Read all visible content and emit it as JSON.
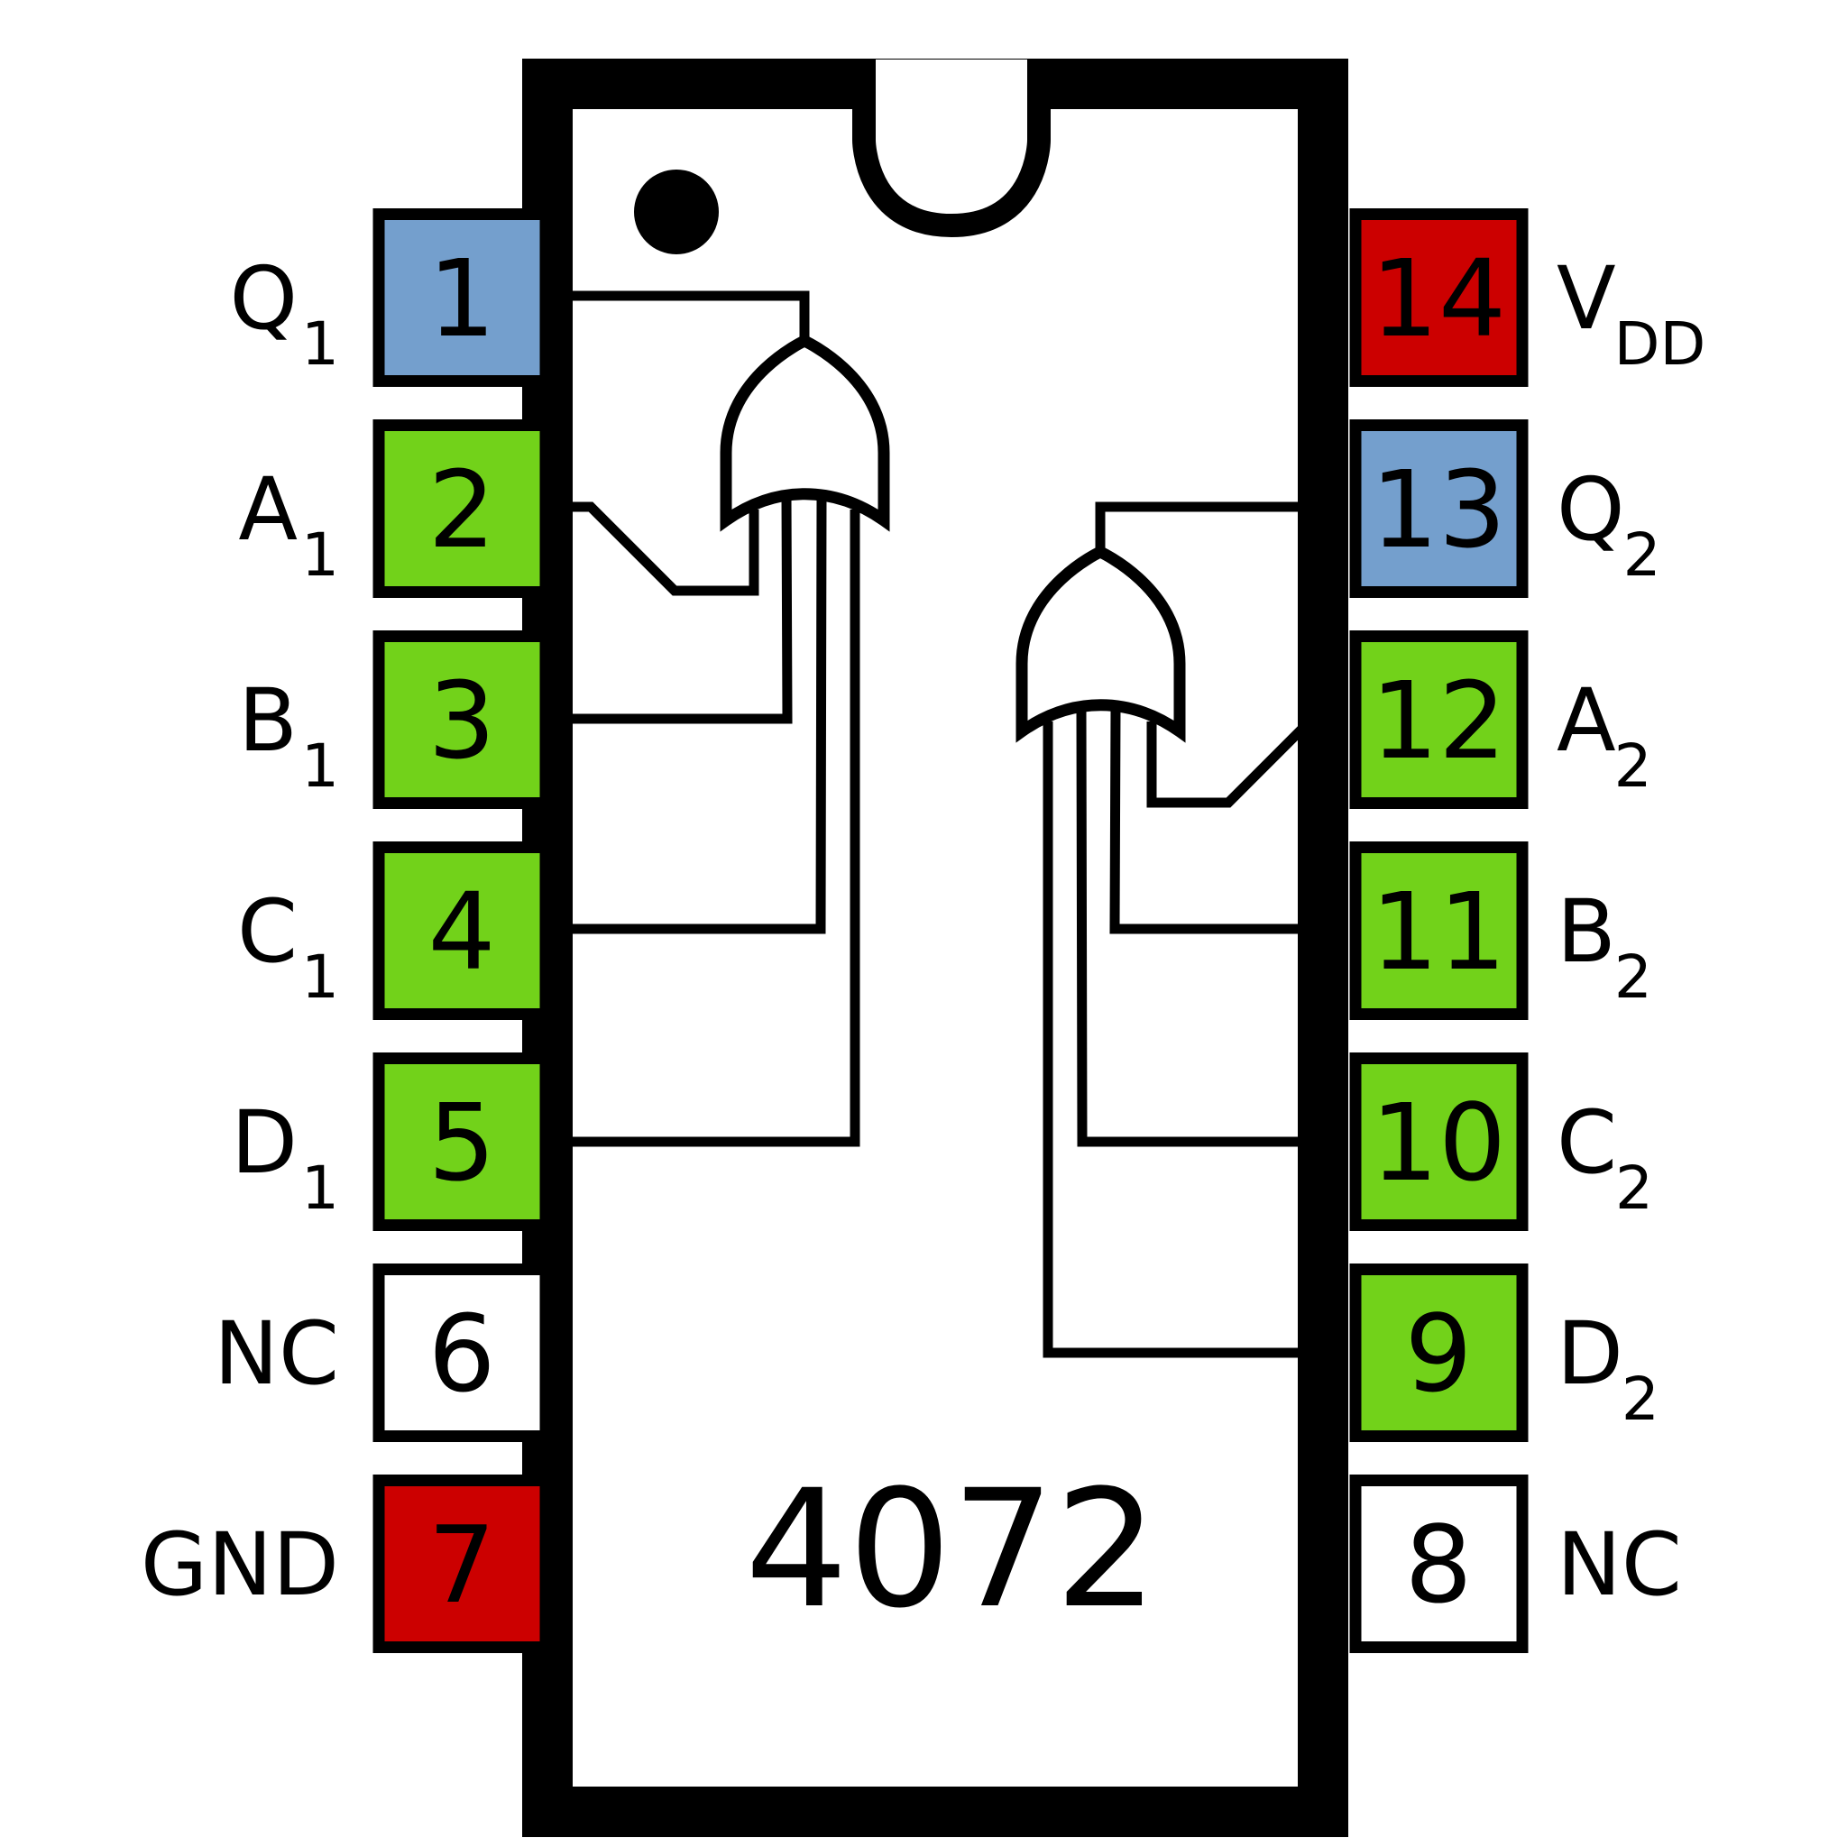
{
  "chip": {
    "part_number": "4072"
  },
  "colors": {
    "output": "#749fcd",
    "input": "#72d21a",
    "power": "#cc0000",
    "nc": "#ffffff",
    "outline": "#000000"
  },
  "pins": [
    {
      "num": "1",
      "name": "Q",
      "sub": "1",
      "type": "output",
      "side": "left"
    },
    {
      "num": "2",
      "name": "A",
      "sub": "1",
      "type": "input",
      "side": "left"
    },
    {
      "num": "3",
      "name": "B",
      "sub": "1",
      "type": "input",
      "side": "left"
    },
    {
      "num": "4",
      "name": "C",
      "sub": "1",
      "type": "input",
      "side": "left"
    },
    {
      "num": "5",
      "name": "D",
      "sub": "1",
      "type": "input",
      "side": "left"
    },
    {
      "num": "6",
      "name": "NC",
      "sub": "",
      "type": "nc",
      "side": "left"
    },
    {
      "num": "7",
      "name": "GND",
      "sub": "",
      "type": "power",
      "side": "left"
    },
    {
      "num": "8",
      "name": "NC",
      "sub": "",
      "type": "nc",
      "side": "right"
    },
    {
      "num": "9",
      "name": "D",
      "sub": "2",
      "type": "input",
      "side": "right"
    },
    {
      "num": "10",
      "name": "C",
      "sub": "2",
      "type": "input",
      "side": "right"
    },
    {
      "num": "11",
      "name": "B",
      "sub": "2",
      "type": "input",
      "side": "right"
    },
    {
      "num": "12",
      "name": "A",
      "sub": "2",
      "type": "input",
      "side": "right"
    },
    {
      "num": "13",
      "name": "Q",
      "sub": "2",
      "type": "output",
      "side": "right"
    },
    {
      "num": "14",
      "name": "V",
      "sub": "DD",
      "type": "power",
      "side": "right"
    }
  ],
  "gates": [
    {
      "name": "OR gate 1",
      "icon": "or-gate-icon"
    },
    {
      "name": "OR gate 2",
      "icon": "or-gate-icon"
    }
  ]
}
